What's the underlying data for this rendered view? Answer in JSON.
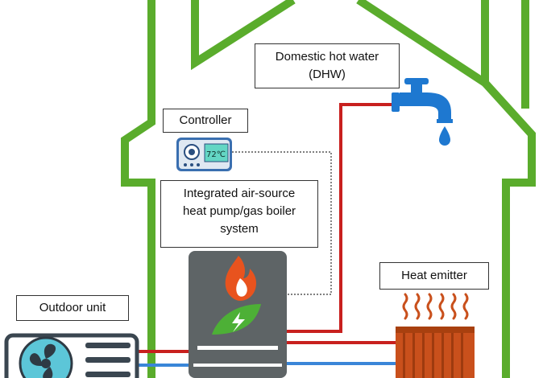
{
  "labels": {
    "dhw_line1": "Domestic hot water",
    "dhw_line2": "(DHW)",
    "controller": "Controller",
    "integrated_line1": "Integrated air-source",
    "integrated_line2": "heat pump/gas boiler",
    "integrated_line3": "system",
    "heat_emitter": "Heat emitter",
    "outdoor_unit": "Outdoor unit"
  },
  "controller_display": "72℃",
  "icons": [
    "house-outline",
    "tap-icon",
    "water-drop-icon",
    "controller-icon",
    "flame-icon",
    "leaf-bolt-icon",
    "radiator-icon",
    "heat-waves-icon",
    "fan-icon"
  ],
  "colors": {
    "house": "#5aac2c",
    "hot_pipe": "#c8201e",
    "cold_pipe": "#3a86d8",
    "unit_body": "#5e6466",
    "flame": "#e8531e",
    "leaf": "#4db036",
    "tap": "#1e78d0",
    "radiator": "#c9501c",
    "controller_body": "#3a6fb0",
    "controller_screen": "#63d6c4"
  }
}
